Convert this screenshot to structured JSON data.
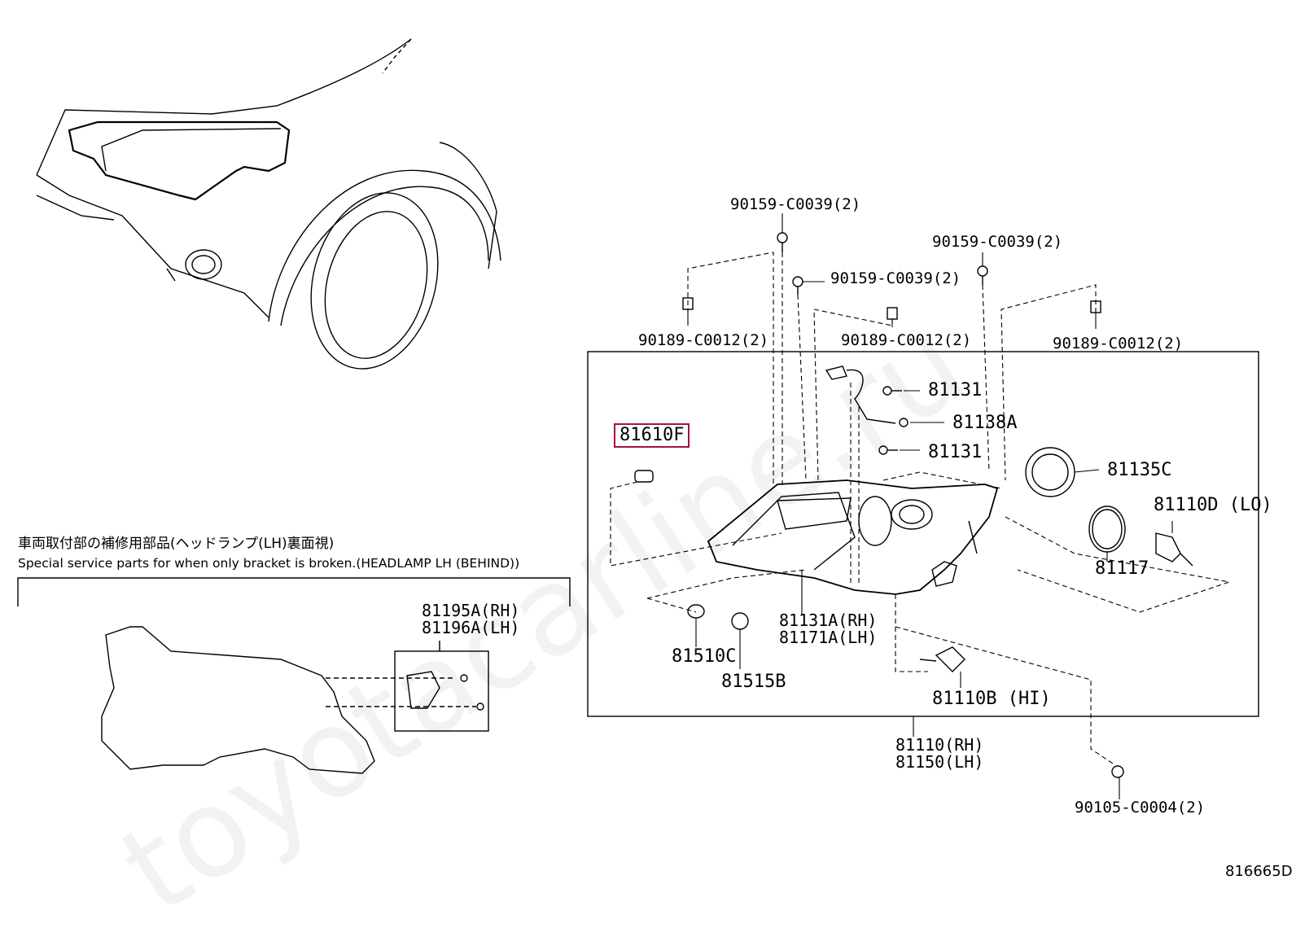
{
  "watermark": "toyotacarline.ru",
  "diagram_id": "816665D",
  "bracket_note": {
    "jp": "車両取付部の補修用部品(ヘッドランプ(LH)裏面視)",
    "en": "Special service parts for when only bracket is broken.(HEADLAMP LH (BEHIND))"
  },
  "parts": {
    "p90159_a": "90159-C0039(2)",
    "p90159_b": "90159-C0039(2)",
    "p90159_c": "90159-C0039(2)",
    "p90189_a": "90189-C0012(2)",
    "p90189_b": "90189-C0012(2)",
    "p90189_c": "90189-C0012(2)",
    "p81131_a": "81131",
    "p81138a": "81138A",
    "p81131_b": "81131",
    "p81610f": "81610F",
    "p81135c": "81135C",
    "p81110d": "81110D (LO)",
    "p81117": "81117",
    "p81131a": "81131A(RH)\n81171A(LH)",
    "p81510c": "81510C",
    "p81515b": "81515B",
    "p81110b": "81110B (HI)",
    "p81110": "81110(RH)\n81150(LH)",
    "p90105": "90105-C0004(2)",
    "p81195a": "81195A(RH)\n81196A(LH)"
  },
  "highlight_color": "#a5123a"
}
